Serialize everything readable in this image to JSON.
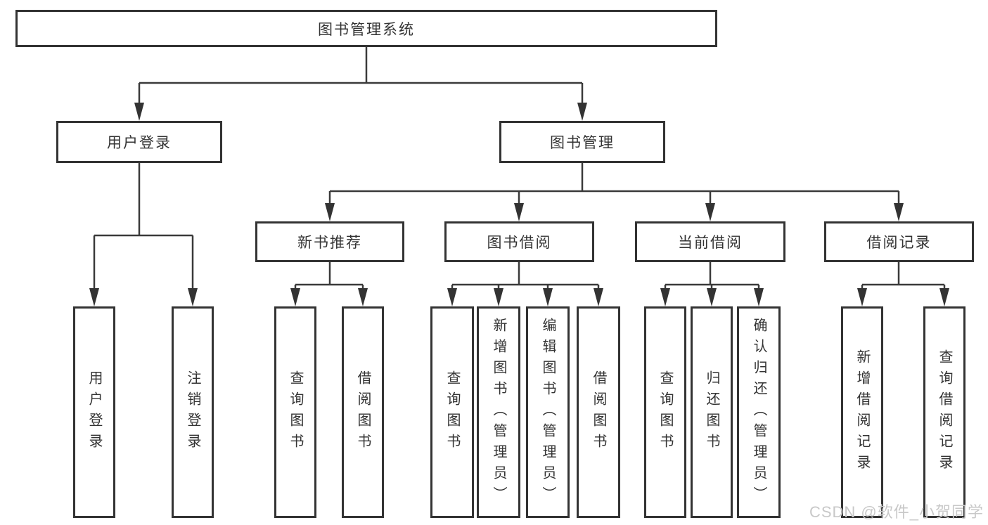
{
  "tree": {
    "root": {
      "label": "图书管理系统"
    },
    "level2": [
      {
        "label": "用户登录",
        "children": [
          {
            "label": "用户登录"
          },
          {
            "label": "注销登录"
          }
        ]
      },
      {
        "label": "图书管理",
        "children": [
          {
            "label": "新书推荐",
            "children": [
              {
                "label": "查询图书"
              },
              {
                "label": "借阅图书"
              }
            ]
          },
          {
            "label": "图书借阅",
            "children": [
              {
                "label": "查询图书"
              },
              {
                "label": "新增图书（管理员）"
              },
              {
                "label": "编辑图书（管理员）"
              },
              {
                "label": "借阅图书"
              }
            ]
          },
          {
            "label": "当前借阅",
            "children": [
              {
                "label": "查询图书"
              },
              {
                "label": "归还图书"
              },
              {
                "label": "确认归还（管理员）"
              }
            ]
          },
          {
            "label": "借阅记录",
            "children": [
              {
                "label": "新增借阅记录"
              },
              {
                "label": "查询借阅记录"
              }
            ]
          }
        ]
      }
    ]
  },
  "watermark": "CSDN @软件_小贺同学",
  "colors": {
    "line": "#3a3a3a",
    "box_border": "#333333",
    "text": "#333333",
    "watermark": "#c8c8c8"
  }
}
